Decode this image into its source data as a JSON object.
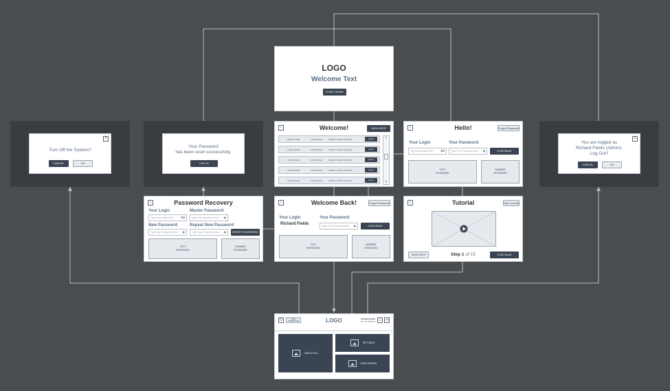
{
  "start": {
    "logo": "LOGO",
    "welcome": "Welcome Text",
    "start_btn": "START WORK"
  },
  "welcome": {
    "title": "Welcome!",
    "new_user": "NEW USER",
    "rows": [
      {
        "name": "USER NAME",
        "role": "USER ROLE",
        "detail": "LATEST LOGIN DETAILS",
        "btn": "Log In"
      },
      {
        "name": "USER NAME",
        "role": "USER ROLE",
        "detail": "LATEST LOGIN DETAILS",
        "btn": "Log In"
      },
      {
        "name": "USER NAME",
        "role": "USER ROLE",
        "detail": "LATEST LOGIN DETAILS",
        "btn": "Log In"
      },
      {
        "name": "USER NAME",
        "role": "USER ROLE",
        "detail": "LATEST LOGIN DETAILS",
        "btn": "Log In"
      },
      {
        "name": "USER NAME",
        "role": "USER ROLE",
        "detail": "LATEST LOGIN DETAILS",
        "btn": "Log In"
      }
    ]
  },
  "hello": {
    "title": "Hello!",
    "forgot": "Forgot Password",
    "login_label": "Your Login",
    "password_label": "Your Password",
    "login_ph": "Type Your Initial Here",
    "password_ph": "Type Your Password Here",
    "continue": "CONTINUE",
    "text_kb": "TEXT\nKEYBOARD",
    "num_kb": "NUMBER\nKEYBOARD"
  },
  "off_dialog": {
    "msg": "Turn Off the System?",
    "cancel": "CANCEL",
    "ok": "OK"
  },
  "reset_dialog": {
    "msg": "Your Password\nhas been reset successfully.",
    "login": "LOG IN"
  },
  "logout_dialog": {
    "msg": "You are logged as\nRichard Fields (Admin).\nLog Out?",
    "cancel": "CANCEL",
    "ok": "OK"
  },
  "recovery": {
    "title": "Password Recovery",
    "login_label": "Your Login",
    "master_label": "Master Password",
    "new_label": "New Password",
    "repeat_label": "Repeat New Password",
    "login_ph": "Type Your Initial Here",
    "master_ph": "Type Your Password Here",
    "new_ph": "Type New Password Here",
    "repeat_ph": "Type Your Password Here",
    "reset_btn": "RESET PASSWORD",
    "text_kb": "TEXT\nKEYBOARD",
    "num_kb": "NUMBER\nKEYBOARD"
  },
  "welcome_back": {
    "title": "Welcome Back!",
    "forgot": "Forgot Password",
    "login_label": "Your Login",
    "login_value": "Richard Fields",
    "password_label": "Your Password",
    "password_ph": "Type Your Password Here",
    "continue": "CONTINUE",
    "text_kb": "TEXT\nKEYBOARD",
    "num_kb": "NUMBER\nKEYBOARD"
  },
  "tutorial": {
    "title": "Tutorial",
    "skip": "Skip Tutorial",
    "view_help": "VIEW HELP",
    "step_word": "Step",
    "step_current": "1",
    "step_of": "of",
    "step_total": "15",
    "continue": "CONTINUE"
  },
  "dashboard": {
    "logo": "LOGO",
    "status": "LINE\nCONNECTED",
    "user": "Richard Fields",
    "datetime": "Nov 15 3:00 PM",
    "tiles": {
      "build": "BUILD CELL",
      "settings": "SETTINGS",
      "data": "DATA REVIEW"
    }
  },
  "colors": {
    "background": "#4a4d50",
    "overlay": "#393c40",
    "button": "#3a4452",
    "label": "#5b6d85"
  }
}
